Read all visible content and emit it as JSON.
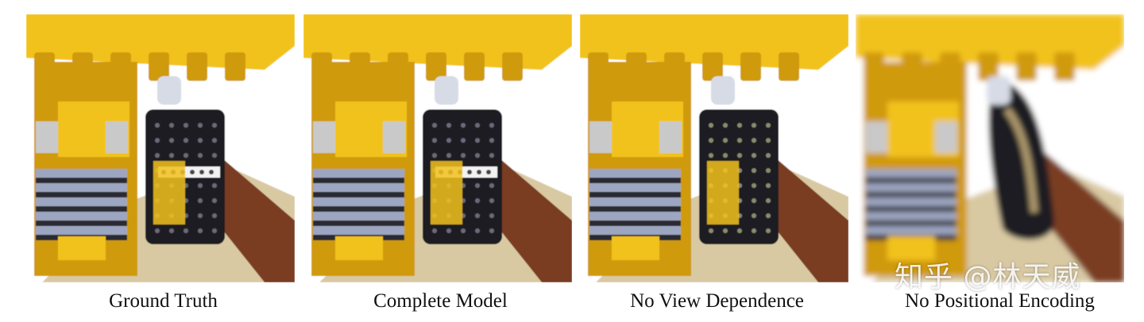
{
  "panels": [
    {
      "caption": "Ground Truth"
    },
    {
      "caption": "Complete Model"
    },
    {
      "caption": "No View Dependence"
    },
    {
      "caption": "No Positional Encoding"
    }
  ],
  "watermark": "知乎 @林天威",
  "colors": {
    "lego_yellow": "#f2c21d",
    "lego_dark_yellow": "#d09a0f",
    "tread_black": "#1b1b22",
    "grey_plate": "#9da6c0",
    "brown_plate": "#7a3e24",
    "tan_base": "#d9c9a3"
  }
}
